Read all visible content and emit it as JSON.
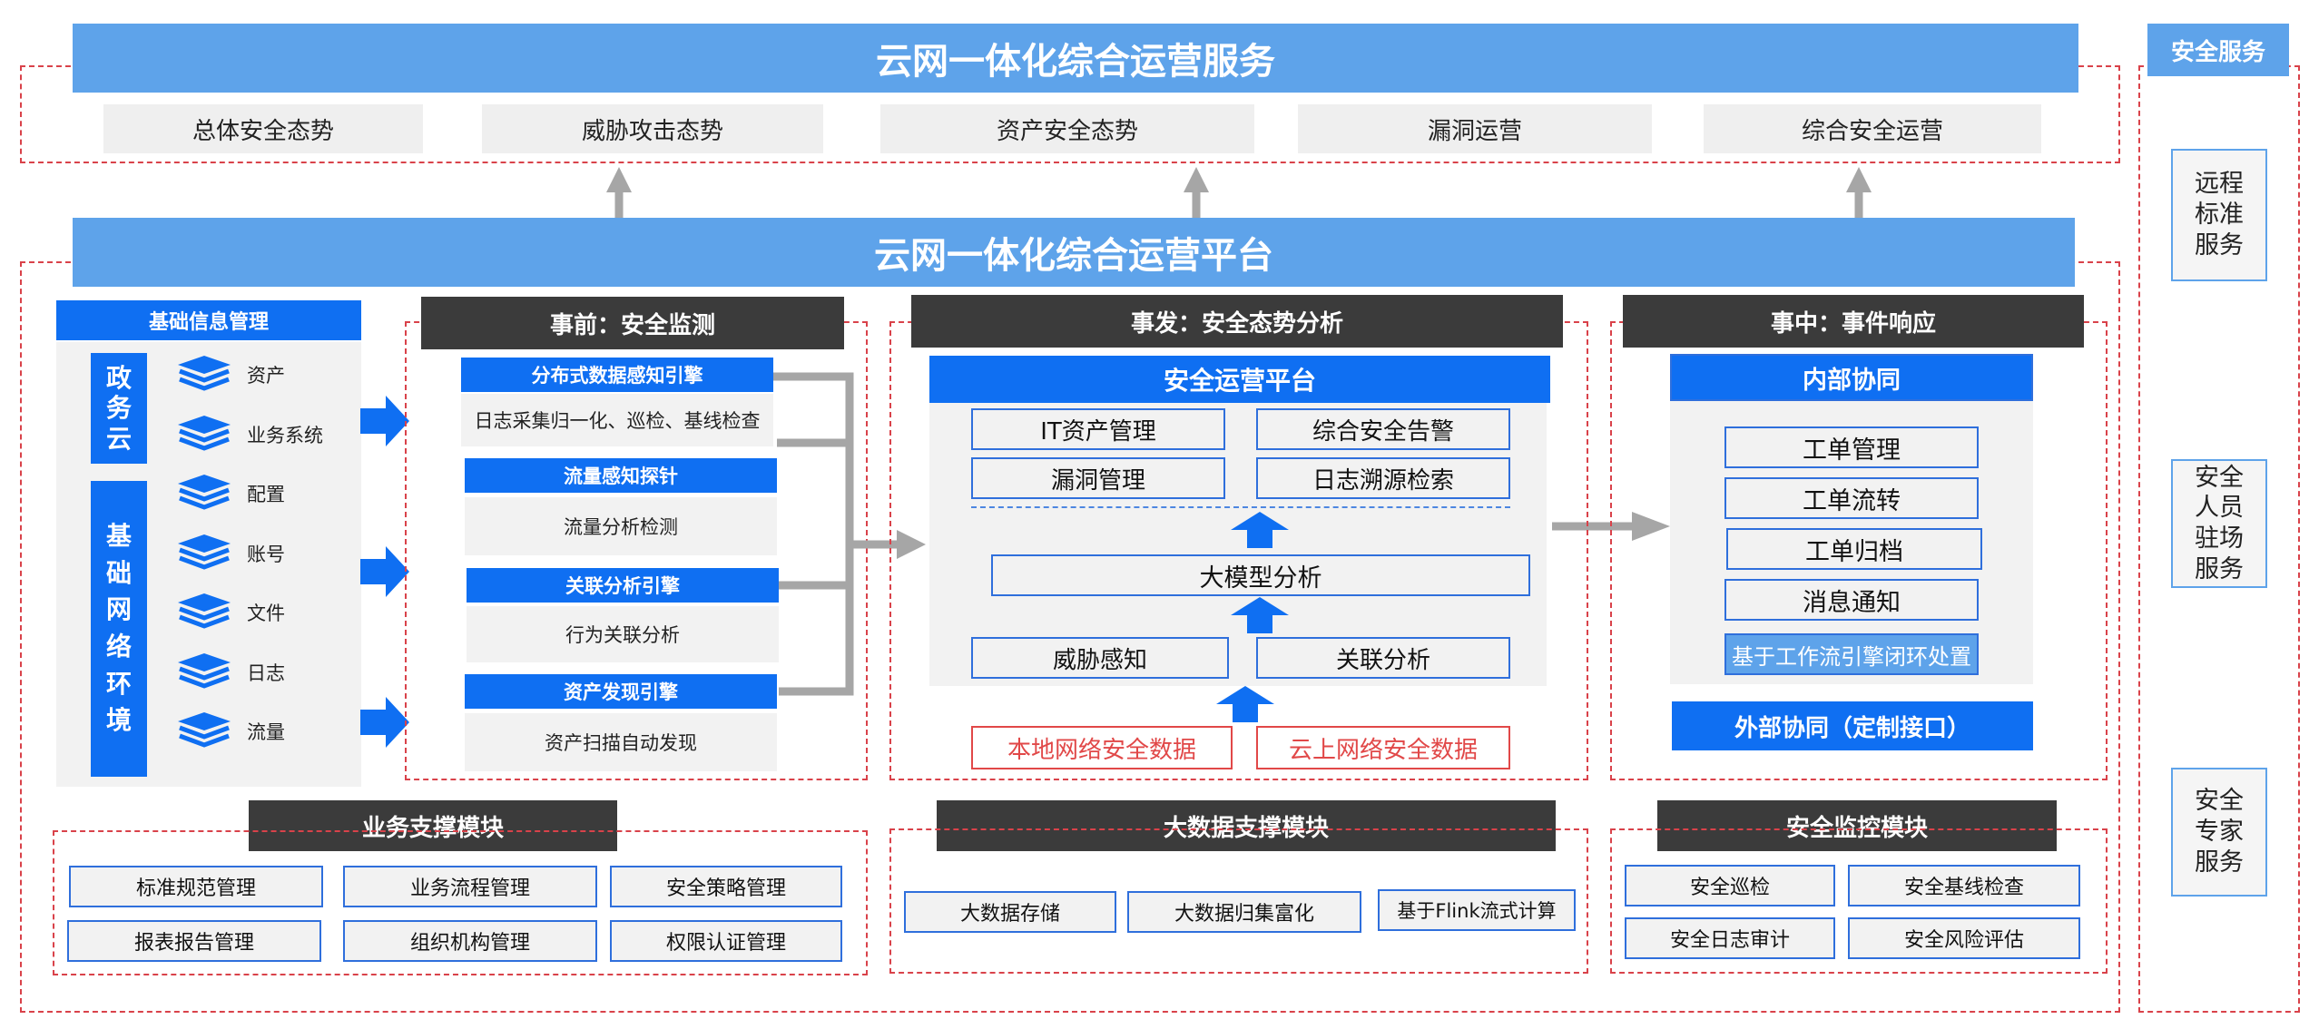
{
  "service_banner": "云网一体化综合运营服务",
  "services": [
    "总体安全态势",
    "威胁攻击态势",
    "资产安全态势",
    "漏洞运营",
    "综合安全运营"
  ],
  "platform_banner": "云网一体化综合运营平台",
  "base_info": {
    "title": "基础信息管理",
    "gov_cloud": [
      "政",
      "务",
      "云"
    ],
    "base_network": [
      "基",
      "础",
      "网",
      "络",
      "环",
      "境"
    ],
    "items": [
      "资产",
      "业务系统",
      "配置",
      "账号",
      "文件",
      "日志",
      "流量"
    ]
  },
  "pre": {
    "title": "事前：安全监测",
    "engines": [
      {
        "name": "分布式数据感知引擎",
        "desc": "日志采集归一化、巡检、基线检查"
      },
      {
        "name": "流量感知探针",
        "desc": "流量分析检测"
      },
      {
        "name": "关联分析引擎",
        "desc": "行为关联分析"
      },
      {
        "name": "资产发现引擎",
        "desc": "资产扫描自动发现"
      }
    ]
  },
  "during": {
    "title": "事发：安全态势分析",
    "platform": "安全运营平台",
    "modules": [
      "IT资产管理",
      "综合安全告警",
      "漏洞管理",
      "日志溯源检索"
    ],
    "model": "大模型分析",
    "analysis": [
      "威胁感知",
      "关联分析"
    ],
    "data_sources": [
      "本地网络安全数据",
      "云上网络安全数据"
    ]
  },
  "response": {
    "title": "事中：事件响应",
    "internal": "内部协同",
    "items": [
      "工单管理",
      "工单流转",
      "工单归档",
      "消息通知",
      "基于工作流引擎闭环处置"
    ],
    "external": "外部协同（定制接口）"
  },
  "business_support": {
    "title": "业务支撑模块",
    "items": [
      "标准规范管理",
      "业务流程管理",
      "安全策略管理",
      "报表报告管理",
      "组织机构管理",
      "权限认证管理"
    ]
  },
  "bigdata_support": {
    "title": "大数据支撑模块",
    "items": [
      "大数据存储",
      "大数据归集富化",
      "基于Flink流式计算"
    ]
  },
  "security_monitor": {
    "title": "安全监控模块",
    "items": [
      "安全巡检",
      "安全基线检查",
      "安全日志审计",
      "安全风险评估"
    ]
  },
  "security_services": {
    "title": "安全服务",
    "items": [
      [
        "远程",
        "标准",
        "服务"
      ],
      [
        "安全",
        "人员",
        "驻场",
        "服务"
      ],
      [
        "安全",
        "专家",
        "服务"
      ]
    ]
  },
  "colors": {
    "banner": "#5ea3ea",
    "blue": "#0f6ff2",
    "dark": "#3b3b3b",
    "red": "#e14848",
    "gray_arrow": "#a6a6a6"
  }
}
